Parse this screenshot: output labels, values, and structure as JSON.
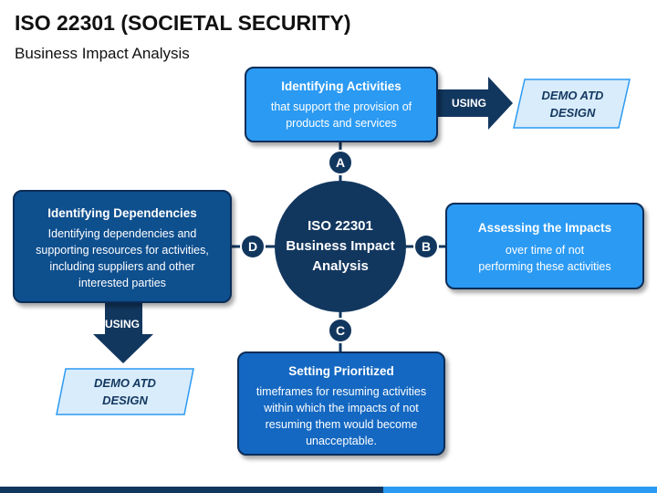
{
  "header": {
    "title": "ISO 22301 (SOCIETAL SECURITY)",
    "subtitle": "Business Impact Analysis"
  },
  "center": {
    "line1": "ISO 22301",
    "line2": "Business Impact",
    "line3": "Analysis"
  },
  "nodes": {
    "a": {
      "badge": "A",
      "title": "Identifying Activities",
      "line1": "that support the provision of",
      "line2": "products and services"
    },
    "b": {
      "badge": "B",
      "title": "Assessing the Impacts",
      "line1": "over time of not",
      "line2": "performing these activities"
    },
    "c": {
      "badge": "C",
      "title": "Setting Prioritized",
      "line1": "timeframes for resuming activities",
      "line2": "within which the impacts of not",
      "line3": "resuming them would become",
      "line4": "unacceptable."
    },
    "d": {
      "badge": "D",
      "title": "Identifying Dependencies",
      "line1": "Identifying dependencies and",
      "line2": "supporting resources for activities,",
      "line3": "including suppliers and other",
      "line4": "interested parties"
    }
  },
  "arrows": {
    "right_label": "USING",
    "down_label": "USING"
  },
  "demo_right": {
    "line1": "DEMO ATD",
    "line2": "DESIGN"
  },
  "demo_left": {
    "line1": "DEMO ATD",
    "line2": "DESIGN"
  },
  "colors": {
    "dark_navy": "#12375f",
    "light_blue": "#2b9af3",
    "mid_blue": "#1468c2",
    "dark_blue": "#0e4f8e",
    "parallelogram_fill": "#d9ecfb"
  }
}
